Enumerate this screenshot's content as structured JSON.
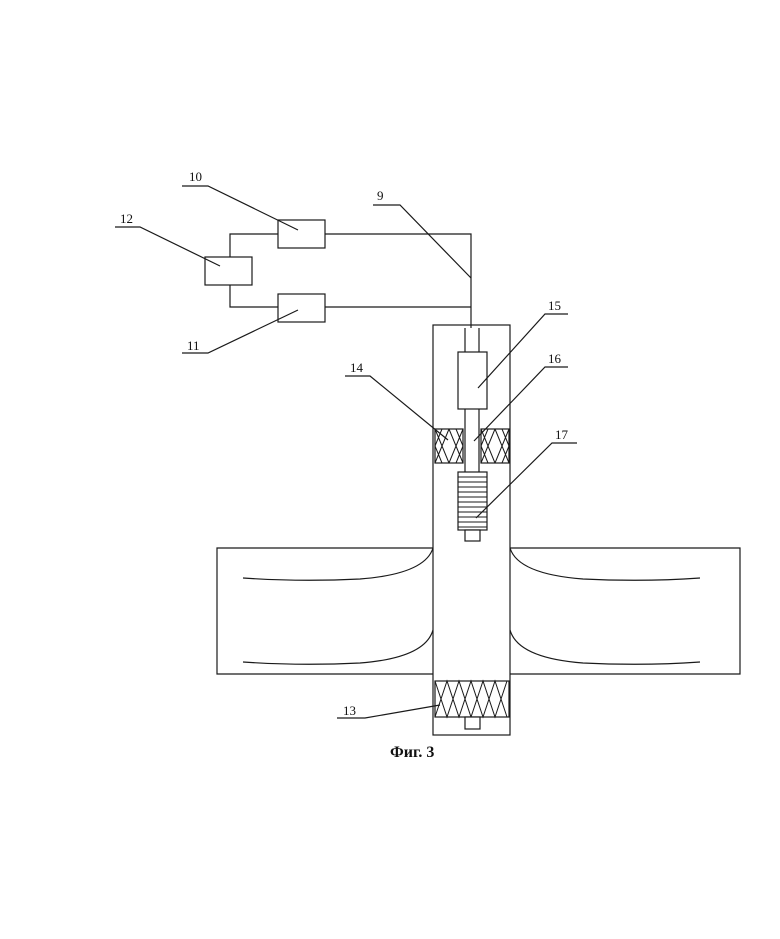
{
  "labels": {
    "n9": "9",
    "n10": "10",
    "n11": "11",
    "n12": "12",
    "n13": "13",
    "n14": "14",
    "n15": "15",
    "n16": "16",
    "n17": "17"
  },
  "caption": "Фиг. 3"
}
